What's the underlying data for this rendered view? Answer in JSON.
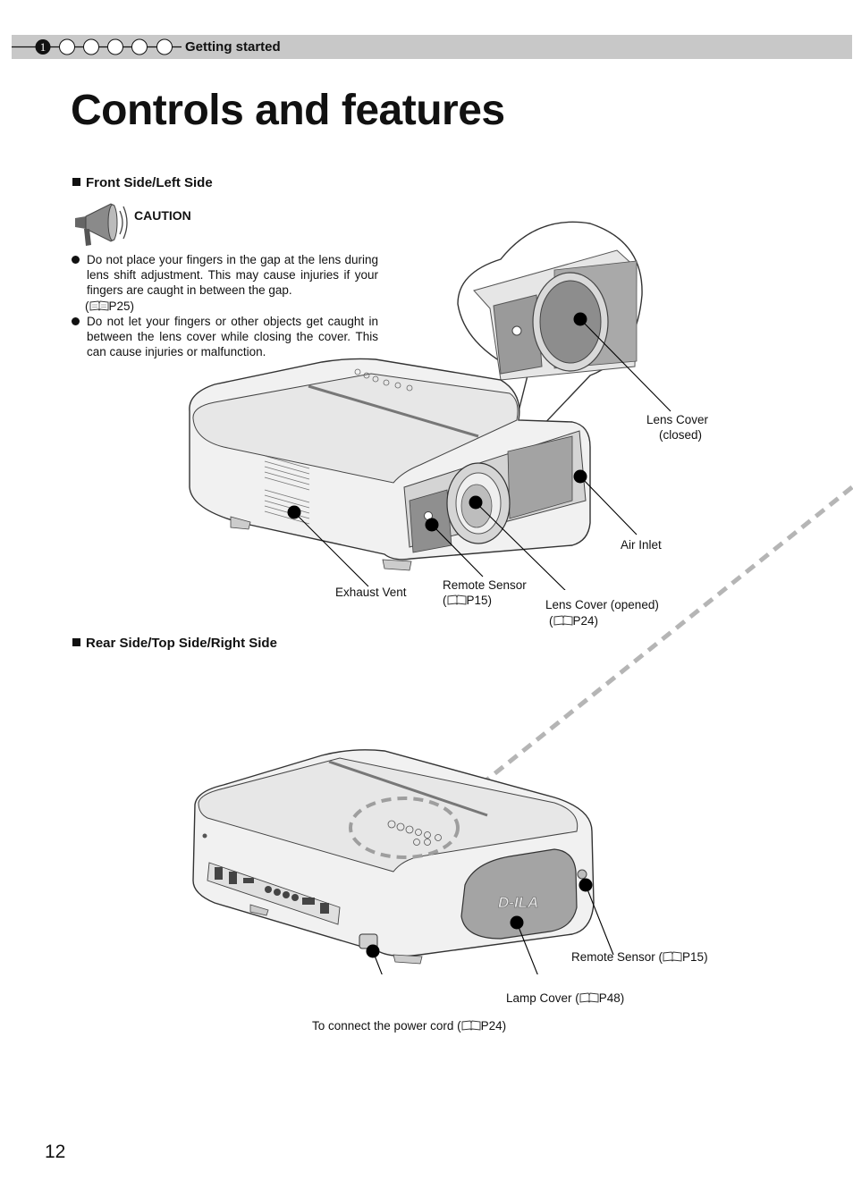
{
  "header": {
    "chapter_number": "1",
    "section_label": "Getting started"
  },
  "title": "Controls and features",
  "front_section": {
    "heading": "Front Side/Left Side",
    "caution_label": "CAUTION",
    "bullets": [
      {
        "text": "Do not place your fingers in the gap at the lens during lens shift adjustment. This may cause injuries if your fingers are caught in between the gap.",
        "ref_open": "(",
        "ref_page": "P25)"
      },
      {
        "text": "Do not let your fingers or other objects get caught in between the lens cover while closing the cover.  This can cause injuries or malfunction."
      }
    ],
    "labels": {
      "lens_cover_closed_1": "Lens Cover",
      "lens_cover_closed_2": "(closed)",
      "air_inlet": "Air Inlet",
      "exhaust_vent": "Exhaust Vent",
      "remote_sensor": "Remote Sensor",
      "remote_sensor_ref_open": "(",
      "remote_sensor_ref_page": "P15)",
      "lens_cover_opened": "Lens Cover (opened)",
      "lens_cover_opened_ref_open": "(",
      "lens_cover_opened_ref_page": "P24)"
    }
  },
  "rear_section": {
    "heading": "Rear Side/Top Side/Right Side",
    "brand_mark": "D-ILA",
    "labels": {
      "remote_sensor": "Remote Sensor (",
      "remote_sensor_ref_page": "P15)",
      "lamp_cover": "Lamp Cover (",
      "lamp_cover_ref_page": "P48)",
      "power_cord": "To connect the power cord (",
      "power_cord_ref_page": "P24)"
    }
  },
  "page_number": "12",
  "icons": [
    "megaphone-icon",
    "book-icon",
    "chapter-progress-icon"
  ]
}
